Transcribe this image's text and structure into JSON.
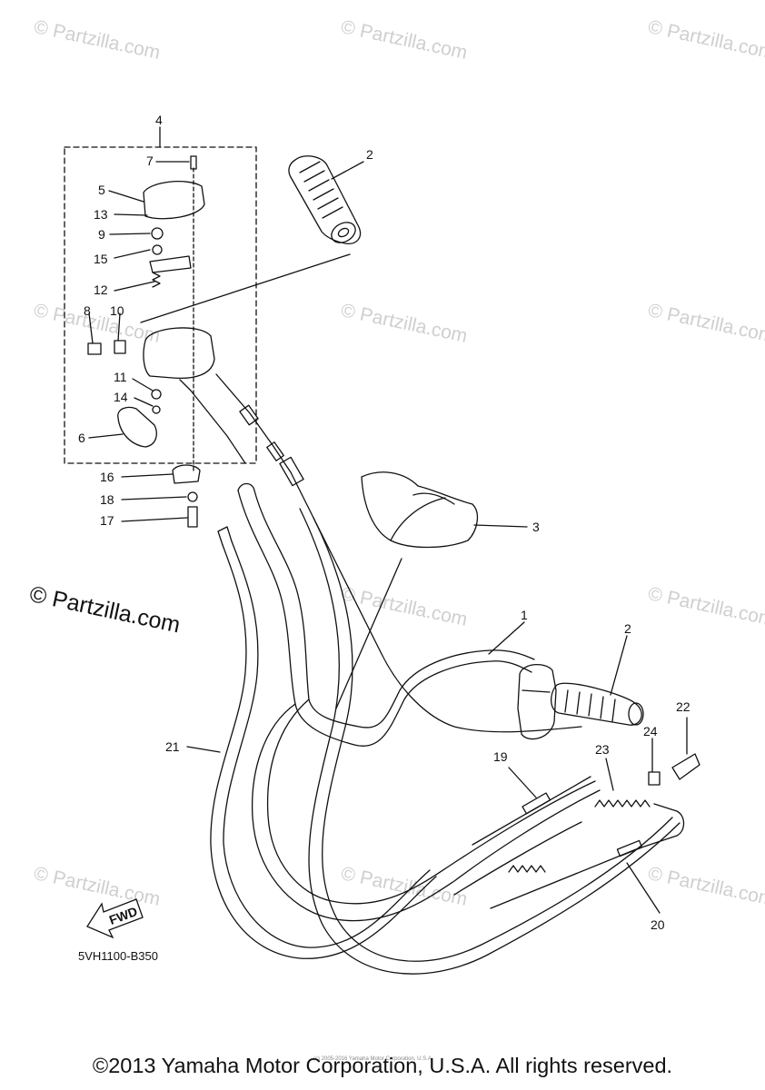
{
  "watermark": {
    "text": "© Partzilla.com",
    "large_text": "© Partzilla.com"
  },
  "diagram": {
    "part_code": "5VH1100-B350",
    "fwd_label": "FWD",
    "callouts": [
      "1",
      "2",
      "2",
      "3",
      "4",
      "5",
      "6",
      "7",
      "8",
      "9",
      "10",
      "11",
      "12",
      "13",
      "14",
      "15",
      "16",
      "17",
      "18",
      "19",
      "20",
      "21",
      "22",
      "23",
      "24"
    ]
  },
  "footer": {
    "small_credit": "(c) 2005-2016 Yamaha Motor Corporation, U.S.A.",
    "copyright": "©2013 Yamaha Motor Corporation, U.S.A. All rights reserved."
  }
}
